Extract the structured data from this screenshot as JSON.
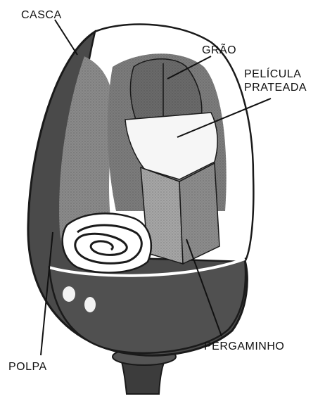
{
  "labels": {
    "casca": "CASCA",
    "grao": "GRÃO",
    "pelicula_line1": "PELÍCULA",
    "pelicula_line2": "PRATEADA",
    "polpa": "POLPA",
    "pergaminho": "PERGAMINHO"
  },
  "colors": {
    "casca_skin": "#5a5a5a",
    "casca_edge": "#2e2e2e",
    "polpa": "#8a8a8a",
    "pergaminho": "#9b9b9b",
    "grao": "#6f6f6f",
    "pelicula": "#f4f4f4",
    "outline": "#1a1a1a"
  }
}
